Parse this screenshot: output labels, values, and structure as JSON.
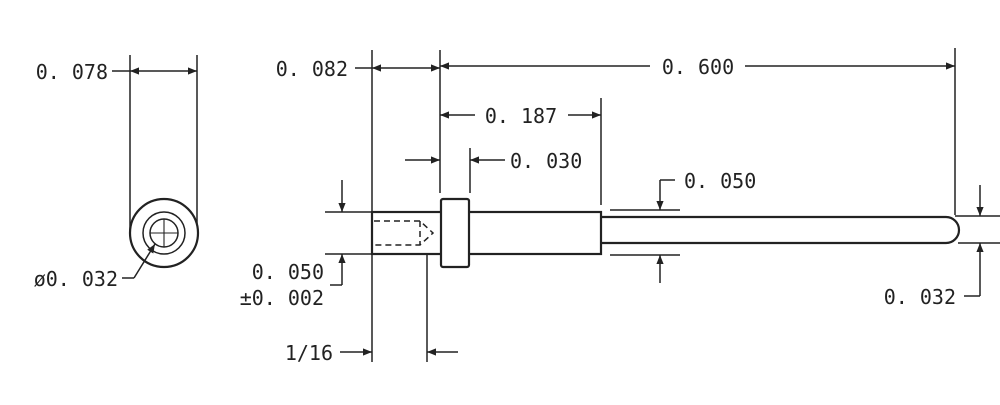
{
  "dimensions": {
    "end_view_width": "0. 078",
    "end_view_hole": "ø0. 032",
    "head_length": "0. 082",
    "overall_length": "0. 600",
    "collar_to_shoulder": "0. 187",
    "collar_width": "0. 030",
    "body_diameter_top": "0. 050",
    "socket_diameter": "0. 050",
    "socket_tolerance": "±0. 002",
    "pin_diameter": "0. 032",
    "socket_depth": "1/16"
  }
}
